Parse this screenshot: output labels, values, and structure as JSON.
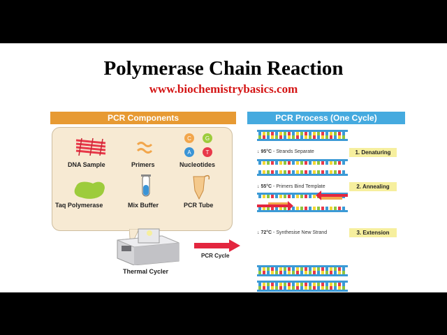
{
  "title": "Polymerase Chain Reaction",
  "url": "www.biochemistrybasics.com",
  "components": {
    "header": "PCR Components",
    "items": [
      {
        "label": "DNA Sample"
      },
      {
        "label": "Primers"
      },
      {
        "label": "Nucleotides"
      },
      {
        "label": "Taq Polymerase"
      },
      {
        "label": "Mix Buffer"
      },
      {
        "label": "PCR Tube"
      }
    ],
    "nucleotide_letters": [
      "C",
      "G",
      "A",
      "T"
    ],
    "cycler_label": "Thermal Cycler",
    "cycle_arrow_label": "PCR Cycle"
  },
  "process": {
    "header": "PCR Process (One Cycle)",
    "steps": [
      {
        "temp": "95°C",
        "desc": "- Strands Separate",
        "badge": "1. Denaturing"
      },
      {
        "temp": "55°C",
        "desc": "- Primers Bind Template",
        "badge": "2. Annealing"
      },
      {
        "temp": "72°C",
        "desc": "- Synthesise New Strand",
        "badge": "3. Extension"
      }
    ]
  },
  "colors": {
    "orange_header": "#e79a33",
    "blue_header": "#45aadf",
    "dna_red": "#e8394a",
    "primer_orange": "#f2a64b",
    "taq_green": "#9dcc3c",
    "buffer_blue": "#3a94d6",
    "strand_blue": "#3b9ad6",
    "strand_yellow": "#f3d532",
    "strand_green": "#8ec63f",
    "badge_yellow": "#f6ef9e",
    "arrow_red": "#e3263f"
  }
}
